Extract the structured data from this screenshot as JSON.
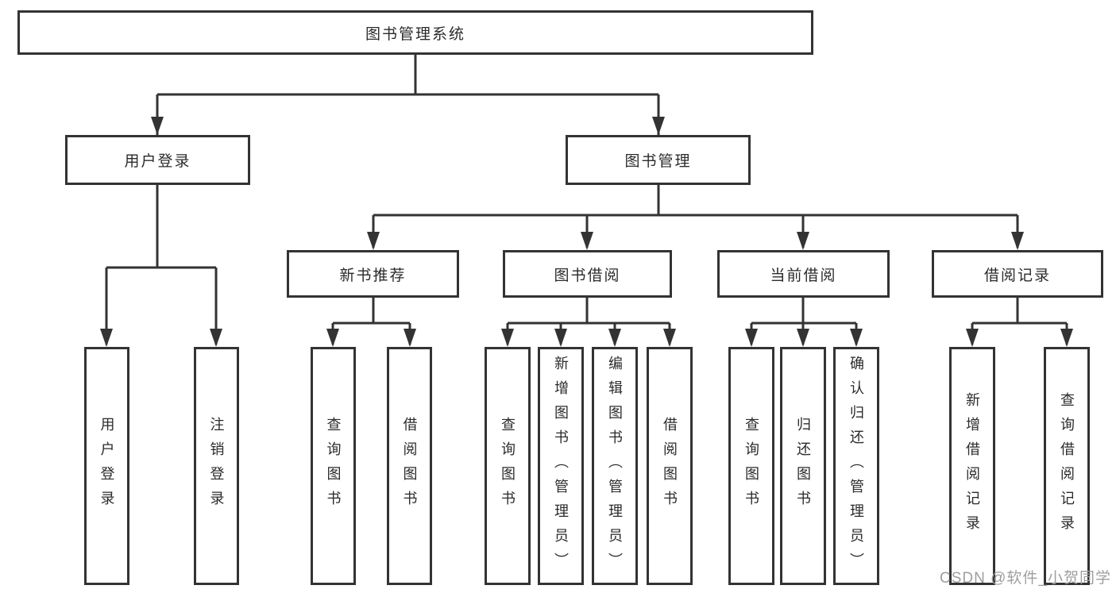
{
  "nodes": {
    "root": "图书管理系统",
    "level2": {
      "user_login": "用户登录",
      "book_management": "图书管理"
    },
    "level3": {
      "new_books": "新书推荐",
      "book_borrow": "图书借阅",
      "current_borrow": "当前借阅",
      "borrow_records": "借阅记录"
    },
    "leaves": {
      "user_login": [
        "用户登录",
        "注销登录"
      ],
      "new_books": [
        "查询图书",
        "借阅图书"
      ],
      "book_borrow": [
        "查询图书",
        "新增图书（管理员）",
        "编辑图书（管理员）",
        "借阅图书"
      ],
      "current_borrow": [
        "查询图书",
        "归还图书",
        "确认归还（管理员）"
      ],
      "borrow_records": [
        "新增借阅记录",
        "查询借阅记录"
      ]
    }
  },
  "watermark": "CSDN @软件_小贺同学",
  "colors": {
    "line": "#333333",
    "text": "#2b2b2b",
    "watermark": "#9e9e9e",
    "background": "#ffffff"
  }
}
